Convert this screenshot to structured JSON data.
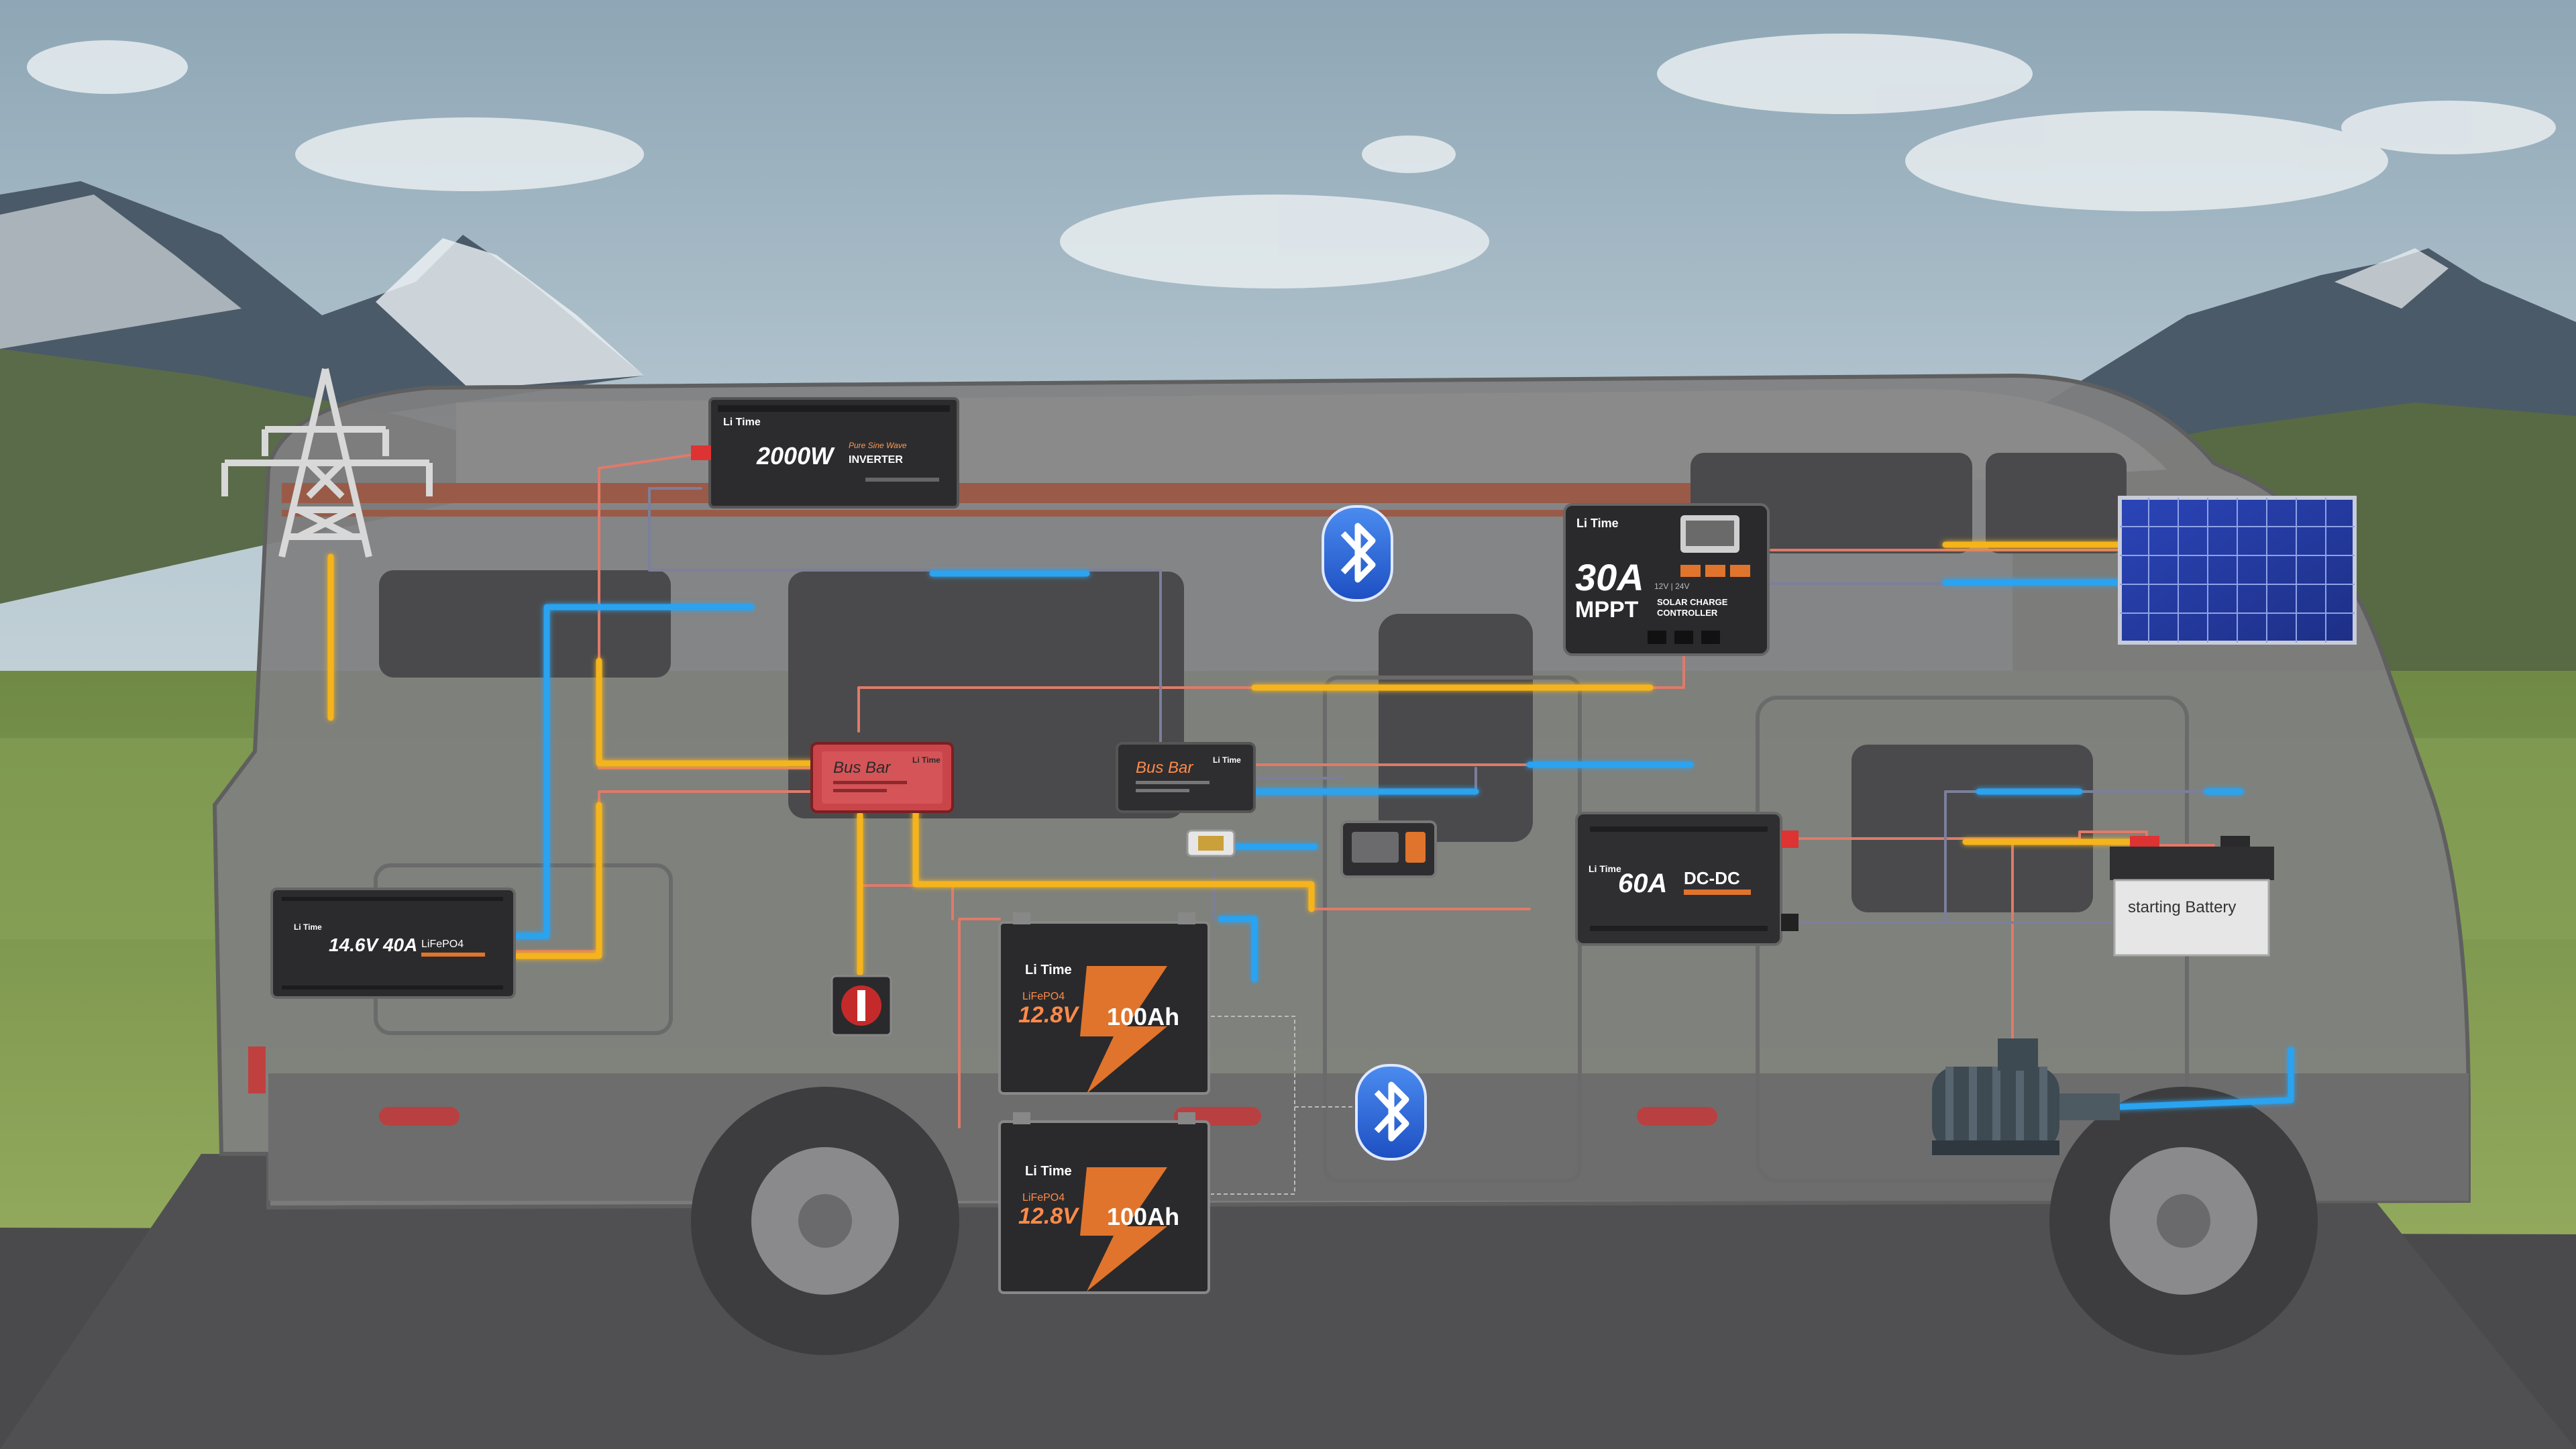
{
  "colors": {
    "positive_wire": "#f5b41e",
    "negative_wire": "#2aa3f0",
    "red_thin": "#e07a6a",
    "gray_thin": "#7c7f9a",
    "bluetooth": "#2f6fe0"
  },
  "inverter": {
    "brand": "Li Time",
    "power": "2000W",
    "subtitle": "Pure Sine Wave",
    "type": "INVERTER"
  },
  "mppt": {
    "brand": "Li Time",
    "amps": "30A",
    "model": "MPPT",
    "desc1": "SOLAR CHARGE",
    "desc2": "CONTROLLER",
    "volts": "12V | 24V"
  },
  "busbar_left": {
    "label": "Bus Bar",
    "brand": "Li Time"
  },
  "busbar_right": {
    "label": "Bus Bar",
    "brand": "Li Time"
  },
  "charger": {
    "brand": "Li Time",
    "rating": "14.6V 40A",
    "chem": "LiFePO4"
  },
  "dcdc": {
    "brand": "Li Time",
    "rating": "60A",
    "type": "DC-DC"
  },
  "battery_top": {
    "brand": "Li Time",
    "chem": "LiFePO4",
    "voltage": "12.8V",
    "capacity": "100Ah"
  },
  "battery_bottom": {
    "brand": "Li Time",
    "chem": "LiFePO4",
    "voltage": "12.8V",
    "capacity": "100Ah"
  },
  "starting_battery": {
    "label": "starting Battery"
  },
  "icons": [
    "grid-tower-icon",
    "bluetooth-icon",
    "solar-panel-icon",
    "battery-switch-icon",
    "alternator-icon",
    "fuse-icon",
    "monitor-icon"
  ]
}
